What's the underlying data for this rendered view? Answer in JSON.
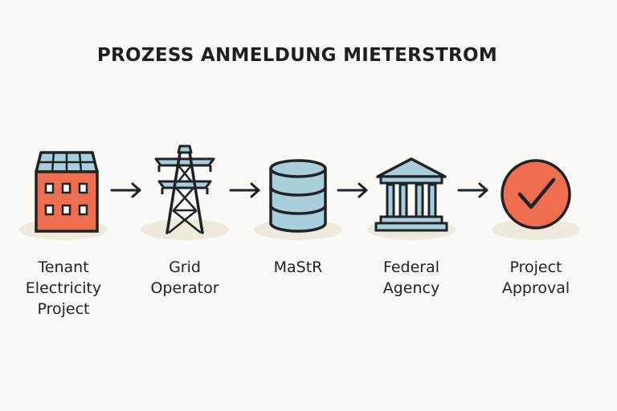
{
  "title": "PROZESS ANMELDUNG MIETERSTROM",
  "steps": [
    {
      "label_lines": [
        "Tenant",
        "Electricity",
        "Project"
      ],
      "icon": "building-solar-icon"
    },
    {
      "label_lines": [
        "Grid",
        "Operator"
      ],
      "icon": "power-tower-icon"
    },
    {
      "label_lines": [
        "MaStR"
      ],
      "icon": "database-icon"
    },
    {
      "label_lines": [
        "Federal",
        "Agency"
      ],
      "icon": "government-building-icon"
    },
    {
      "label_lines": [
        "Project",
        "Approval"
      ],
      "icon": "checkmark-circle-icon"
    }
  ],
  "colors": {
    "accent_orange": "#ef6e4f",
    "light_blue": "#a9cfdc",
    "outline": "#1f2326",
    "shadow": "#efe9dc",
    "background": "#faf9f6"
  }
}
